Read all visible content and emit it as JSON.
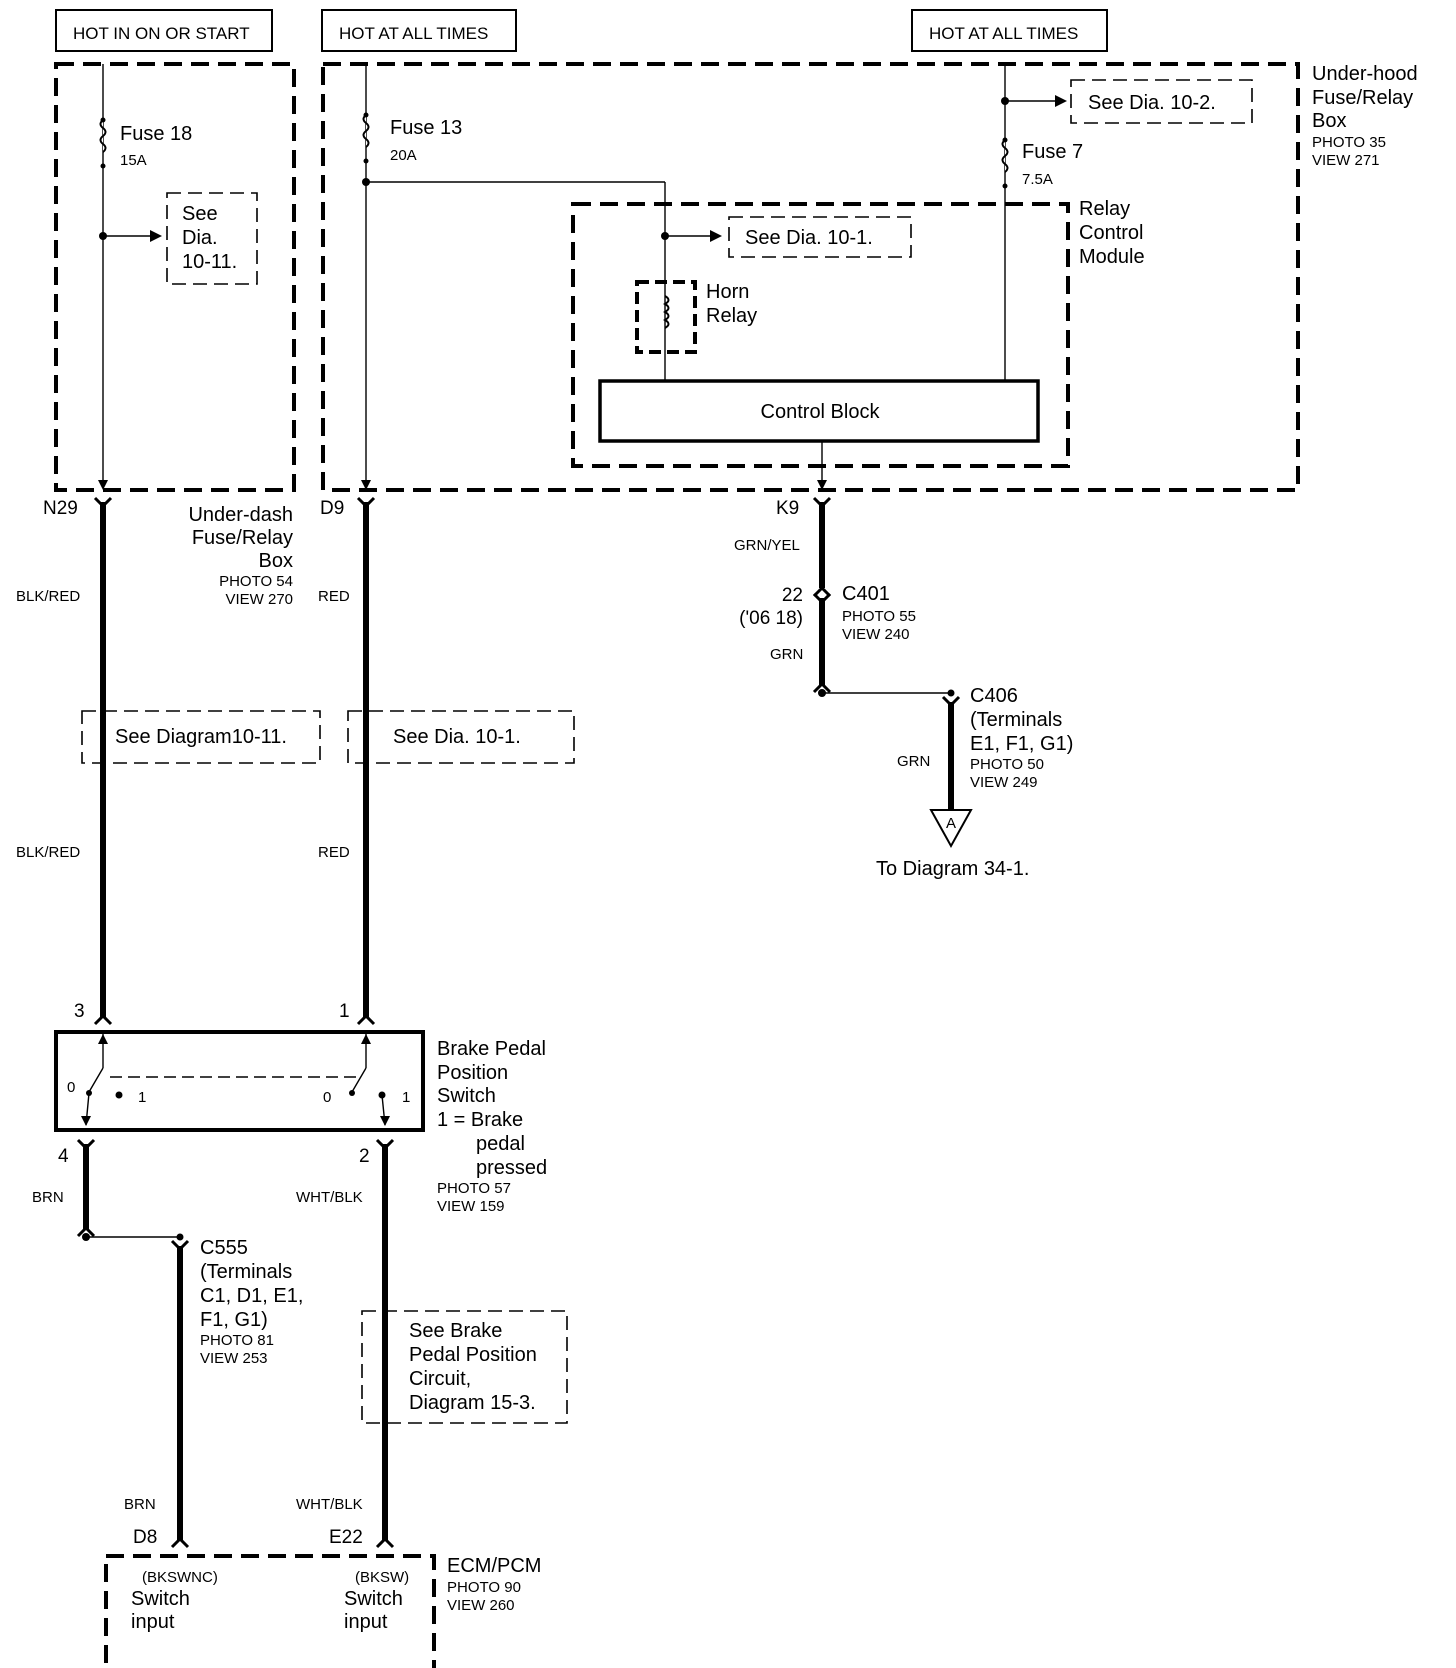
{
  "headers": {
    "hot_in_on_or_start": "HOT IN ON OR START",
    "hot_at_all_times_1": "HOT AT ALL TIMES",
    "hot_at_all_times_2": "HOT AT ALL TIMES"
  },
  "underhood_box": {
    "name_1": "Under-hood",
    "name_2": "Fuse/Relay",
    "name_3": "Box",
    "photo": "PHOTO 35",
    "view": "VIEW 271"
  },
  "underdash_box": {
    "name_1": "Under-dash",
    "name_2": "Fuse/Relay",
    "name_3": "Box",
    "photo": "PHOTO 54",
    "view": "VIEW 270"
  },
  "fuses": {
    "fuse18_name": "Fuse 18",
    "fuse18_rating": "15A",
    "fuse13_name": "Fuse 13",
    "fuse13_rating": "20A",
    "fuse7_name": "Fuse 7",
    "fuse7_rating": "7.5A"
  },
  "refs": {
    "see_dia_10_11_line1": "See",
    "see_dia_10_11_line2": "Dia.",
    "see_dia_10_11_line3": "10-11.",
    "see_dia_10_2": "See Dia. 10-2.",
    "see_dia_10_1_top": "See Dia. 10-1.",
    "see_diagram_10_11": "See Diagram10-11.",
    "see_dia_10_1_mid": "See Dia. 10-1.",
    "see_brake_1": "See Brake",
    "see_brake_2": "Pedal Position",
    "see_brake_3": "Circuit,",
    "see_brake_4": "Diagram 15-3."
  },
  "relay_module": {
    "name_1": "Relay",
    "name_2": "Control",
    "name_3": "Module",
    "horn_1": "Horn",
    "horn_2": "Relay",
    "control_block": "Control Block"
  },
  "pins": {
    "n29": "N29",
    "d9": "D9",
    "k9": "K9",
    "pin3": "3",
    "pin1": "1",
    "pin4": "4",
    "pin2": "2",
    "d8": "D8",
    "e22": "E22",
    "c401_pin": "22",
    "c401_pin_note": "('06 18)"
  },
  "wires": {
    "blk_red_1": "BLK/RED",
    "red_1": "RED",
    "blk_red_2": "BLK/RED",
    "red_2": "RED",
    "grn_yel": "GRN/YEL",
    "grn_1": "GRN",
    "grn_2": "GRN",
    "brn_1": "BRN",
    "wht_blk_1": "WHT/BLK",
    "brn_2": "BRN",
    "wht_blk_2": "WHT/BLK"
  },
  "connectors": {
    "c401": "C401",
    "c401_photo": "PHOTO 55",
    "c401_view": "VIEW 240",
    "c406": "C406",
    "c406_t1": "(Terminals",
    "c406_t2": "E1, F1, G1)",
    "c406_photo": "PHOTO 50",
    "c406_view": "VIEW 249",
    "c406_symbol": "A",
    "c406_dest": "To Diagram 34-1.",
    "c555": "C555",
    "c555_t1": "(Terminals",
    "c555_t2": "C1, D1, E1,",
    "c555_t3": "F1, G1)",
    "c555_photo": "PHOTO 81",
    "c555_view": "VIEW 253"
  },
  "brake_switch": {
    "name_1": "Brake Pedal",
    "name_2": "Position",
    "name_3": "Switch",
    "legend_1": "1 = Brake",
    "legend_2": "pedal",
    "legend_3": "pressed",
    "photo": "PHOTO 57",
    "view": "VIEW 159",
    "pos0_left": "0",
    "pos1_left": "1",
    "pos0_right": "0",
    "pos1_right": "1"
  },
  "ecm": {
    "name": "ECM/PCM",
    "photo": "PHOTO 90",
    "view": "VIEW 260",
    "left_sig": "(BKSWNC)",
    "left_1": "Switch",
    "left_2": "input",
    "right_sig": "(BKSW)",
    "right_1": "Switch",
    "right_2": "input"
  }
}
